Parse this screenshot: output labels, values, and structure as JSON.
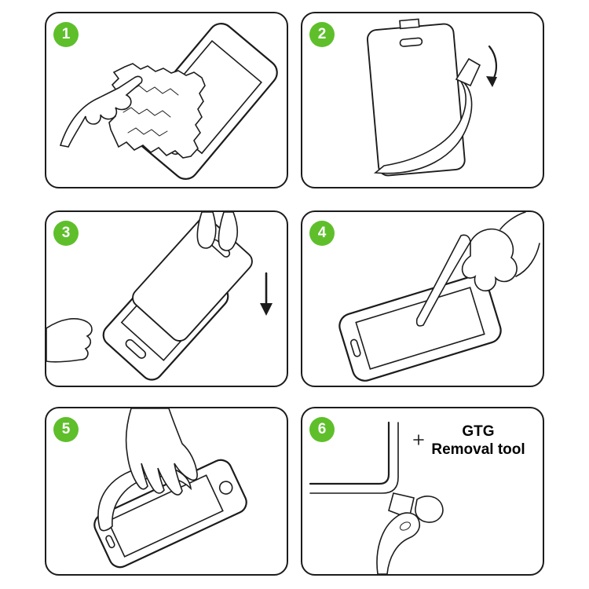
{
  "colors": {
    "step_badge_green": "#5ebf2b",
    "line": "#1c1c1c",
    "background": "#ffffff"
  },
  "steps": [
    {
      "number": "1",
      "illustration": "clean-screen-with-cloth"
    },
    {
      "number": "2",
      "illustration": "peel-protective-film"
    },
    {
      "number": "3",
      "illustration": "align-glass-over-screen"
    },
    {
      "number": "4",
      "illustration": "press-screen-center-with-finger"
    },
    {
      "number": "5",
      "illustration": "smooth-film-with-cloth"
    },
    {
      "number": "6",
      "illustration": "corner-removal-tab",
      "label_line1": "GTG",
      "label_line2": "Removal tool"
    }
  ]
}
